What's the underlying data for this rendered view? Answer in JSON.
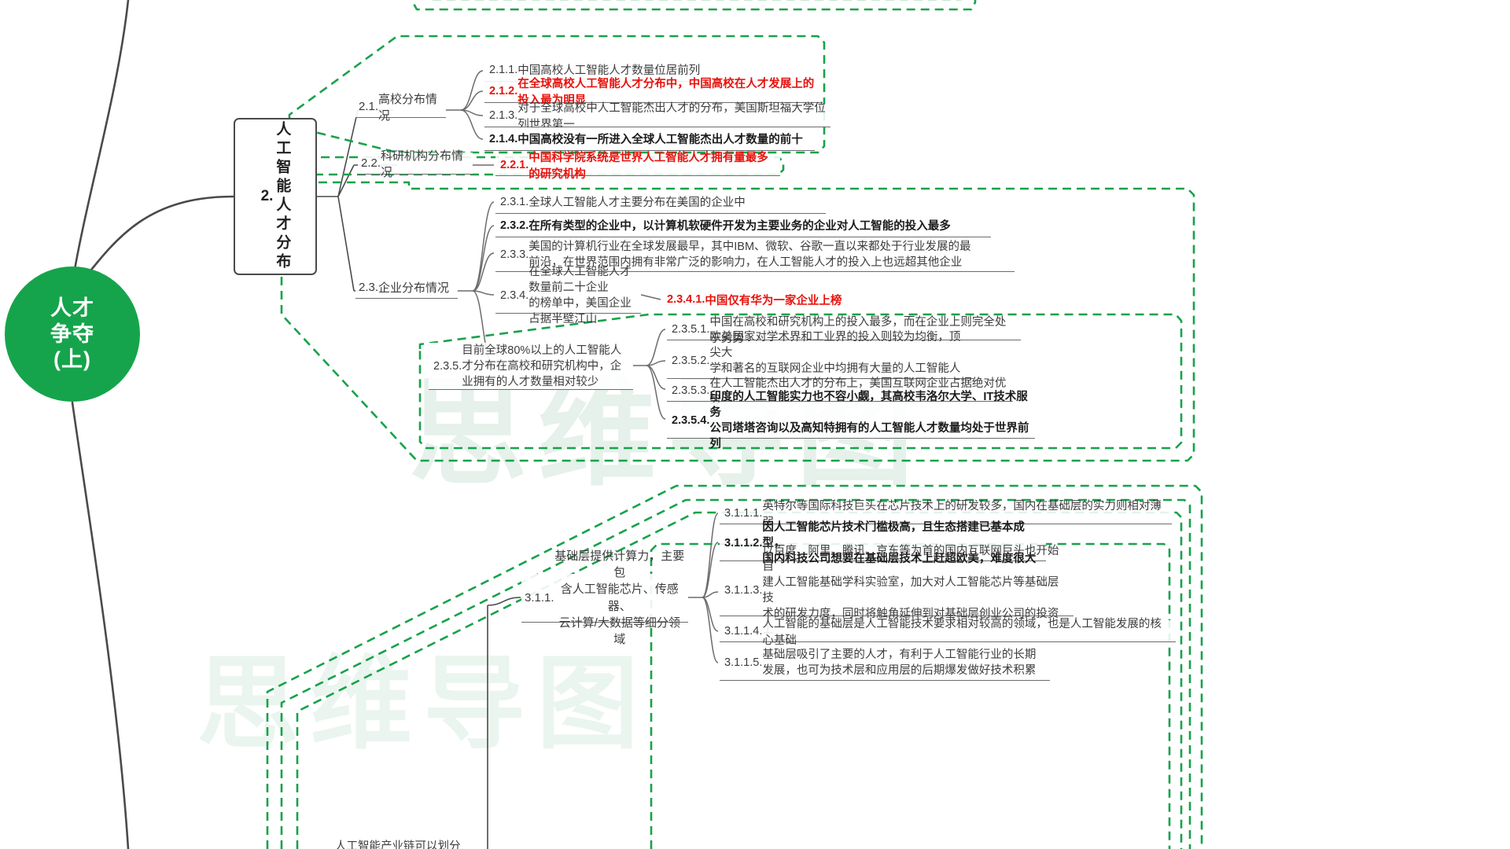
{
  "meta": {
    "colors": {
      "root_fill": "#15a44b",
      "group_outline": "#17a24a",
      "highlight_red": "#e8120d",
      "text": "#3c3c3c",
      "connector": "#4a4a4a"
    },
    "watermark_text": "思维导图"
  },
  "root": {
    "label": "人才\n争夺\n(上)",
    "line1": "人才",
    "line2": "争夺",
    "line3": "(上)"
  },
  "branch2": {
    "number": "2.",
    "title": "人工智能人才分布",
    "groups": [
      {
        "label_num": "2.1.",
        "label_text": "高校分布情况",
        "children": [
          {
            "num": "2.1.1.",
            "text": "中国高校人工智能人才数量位居前列",
            "style": "normal"
          },
          {
            "num": "2.1.2.",
            "text": "在全球高校人工智能人才分布中，中国高校在人才发展上的投入最为明显",
            "style": "red"
          },
          {
            "num": "2.1.3.",
            "text": "对于全球高校中人工智能杰出人才的分布，美国斯坦福大学位列世界第一",
            "style": "normal"
          },
          {
            "num": "2.1.4.",
            "text": "中国高校没有一所进入全球人工智能杰出人才数量的前十",
            "style": "bold"
          }
        ]
      },
      {
        "label_num": "2.2.",
        "label_text": "科研机构分布情况",
        "children": [
          {
            "num": "2.2.1.",
            "text": "中国科学院系统是世界人工智能人才拥有量最多的研究机构",
            "style": "red"
          }
        ]
      },
      {
        "label_num": "2.3.",
        "label_text": "企业分布情况",
        "children": [
          {
            "num": "2.3.1.",
            "text": "全球人工智能人才主要分布在美国的企业中",
            "style": "normal"
          },
          {
            "num": "2.3.2.",
            "text": "在所有类型的企业中，以计算机软硬件开发为主要业务的企业对人工智能的投入最多",
            "style": "bold"
          },
          {
            "num": "2.3.3.",
            "line1": "美国的计算机行业在全球发展最早，其中IBM、微软、谷歌一直以来都处于行业发展的最",
            "line2": "前沿，在世界范围内拥有非常广泛的影响力，在人工智能人才的投入上也远超其他企业",
            "style": "normal"
          },
          {
            "num": "2.3.4.",
            "line1": "在全球人工智能人才数量前二十企业",
            "line2": "的榜单中，美国企业占据半壁江山",
            "style": "normal"
          },
          {
            "num": "2.3.5.",
            "line1": "目前全球80%以上的人工智能人",
            "line2": "才分布在高校和研究机构中，企",
            "line3": "业拥有的人才数量相对较少",
            "style": "normal"
          }
        ]
      }
    ],
    "item_2_3_4_child": {
      "num": "2.3.4.1.",
      "text": "中国仅有华为一家企业上榜",
      "style": "red"
    },
    "item_2_3_5_children": [
      {
        "num": "2.3.5.1.",
        "text": "中国在高校和研究机构上的投入最多，而在企业上则完全处于劣势",
        "style": "normal"
      },
      {
        "num": "2.3.5.2.",
        "line1": "欧美国家对学术界和工业界的投入则较为均衡，顶尖大",
        "line2": "学和著名的互联网企业中均拥有大量的人工智能人才",
        "style": "normal"
      },
      {
        "num": "2.3.5.3.",
        "text": "在人工智能杰出人才的分布上，美国互联网企业占据绝对优势",
        "style": "normal"
      },
      {
        "num": "2.3.5.4.",
        "line1": "印度的人工智能实力也不容小觑，其高校韦洛尔大学、IT技术服务",
        "line2": "公司塔塔咨询以及高知特拥有的人工智能人才数量均处于世界前列",
        "style": "bold"
      }
    ]
  },
  "branch3": {
    "group_label": {
      "num": "3.1.1.",
      "line1": "基础层提供计算力，主要包",
      "line2": "含人工智能芯片、传感器、",
      "line3": "云计算/大数据等细分领域"
    },
    "children": [
      {
        "num": "3.1.1.1.",
        "text": "英特尔等国际科技巨头在芯片技术上的研发较多，国内在基础层的实力则相对薄弱",
        "style": "normal"
      },
      {
        "num": "3.1.1.2.",
        "line1": "因人工智能芯片技术门槛极高，且生态搭建已基本成型，",
        "line2": "国内科技公司想要在基础层技术上赶超欧美，难度很大",
        "style": "bold"
      },
      {
        "num": "3.1.1.3.",
        "line1": "以百度、阿里、腾讯、京东等为首的国内互联网巨头也开始自",
        "line2": "建人工智能基础学科实验室，加大对人工智能芯片等基础层技",
        "line3": "术的研发力度，同时将触角延伸到对基础层创业公司的投资上",
        "style": "normal"
      },
      {
        "num": "3.1.1.4.",
        "text": "人工智能的基础层是人工智能技术要求相对较高的领域，也是人工智能发展的核心基础",
        "style": "normal"
      },
      {
        "num": "3.1.1.5.",
        "line1": "基础层吸引了主要的人才，有利于人工智能行业的长期",
        "line2": "发展，也可为技术层和应用层的后期爆发做好技术积累",
        "style": "normal"
      }
    ],
    "bottom_partial": "人工智能产业链可以划分"
  }
}
